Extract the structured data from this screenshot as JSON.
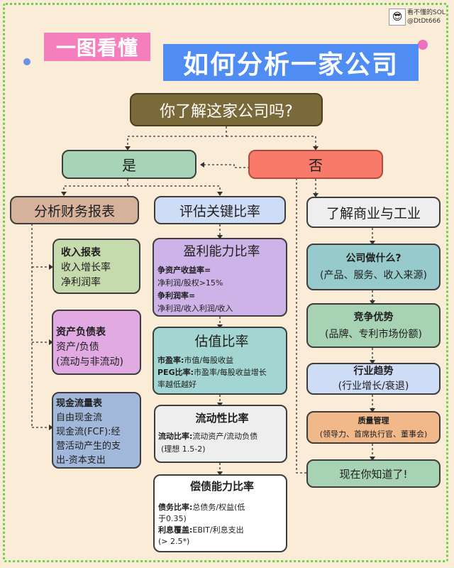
{
  "watermark": {
    "line1": "看不懂的SOL",
    "line2": "@DtDt666",
    "icon": "sunglasses-face-icon"
  },
  "badge": "一图看懂",
  "title": "如何分析一家公司",
  "question": "你了解这家公司吗?",
  "yes": "是",
  "no": "否",
  "yes_branch": {
    "financials": {
      "heading": "分析财务报表",
      "income": {
        "title": "收入报表",
        "lines": [
          "收入增长率",
          "净利润率"
        ]
      },
      "balance": {
        "title": "资产负债表",
        "lines": [
          "资产/负债",
          "(流动与非流动)"
        ]
      },
      "cashflow": {
        "title": "现金流量表",
        "lines": [
          "自由现金流",
          "现金流(FCF):经",
          "营活动产生的支",
          "出-资本支出"
        ]
      }
    },
    "ratios": {
      "heading": "评估关键比率",
      "profit": {
        "title": "盈利能力比率",
        "l1b": "争资产收益率=",
        "l1": "净利润/股权>15%",
        "l2b": "争利润率=",
        "l2": "净利润/收入利润/收入"
      },
      "valuation": {
        "title": "估值比率",
        "l1b": "市盈率:",
        "l1": "市值/每股收益",
        "l2b": "PEG比率:",
        "l2": "市盈率/每股收益增长",
        "l3": "率越低越好"
      },
      "liquidity": {
        "title": "流动性比率",
        "l1b": "流动比率:",
        "l1": "流动资产/流动负债",
        "l2": "(理想 1.5-2)"
      },
      "solvency": {
        "title": "偿债能力比率",
        "l1b": "债务比率:",
        "l1": "总债务/权益(低",
        "l2": "于0.35)",
        "l3b": "利息覆盖:",
        "l3": "EBIT/利息支出",
        "l4": "(> 2.5*)"
      }
    }
  },
  "no_branch": {
    "heading": "了解商业与工业",
    "what": {
      "title": "公司做什么?",
      "sub": "(产品、服务、收入来源)"
    },
    "advantage": {
      "title": "竞争优势",
      "sub": "(品牌、专利市场份额)"
    },
    "trend": {
      "title": "行业趋势",
      "sub": "(行业增长/衰退)"
    },
    "mgmt": {
      "title": "质量管理",
      "sub": "(领导力、首席执行官、董事会)"
    },
    "end": "现在你知道了!"
  },
  "colors": {
    "bg": "#faecd6",
    "brown": "#7a6a3a",
    "green": "#a7d4b6",
    "salmon": "#f77a6a",
    "tan": "#d6b19b",
    "blue_light": "#cfdcf6",
    "grey": "#eeeeee",
    "olive": "#c6dbad",
    "pink": "#e1aae2",
    "slate": "#a2b8db",
    "purple": "#cdb3e8",
    "teal": "#a3d6d3",
    "teal_dark": "#97cbcb",
    "peach": "#f1b889",
    "sage": "#a8d2b4"
  }
}
